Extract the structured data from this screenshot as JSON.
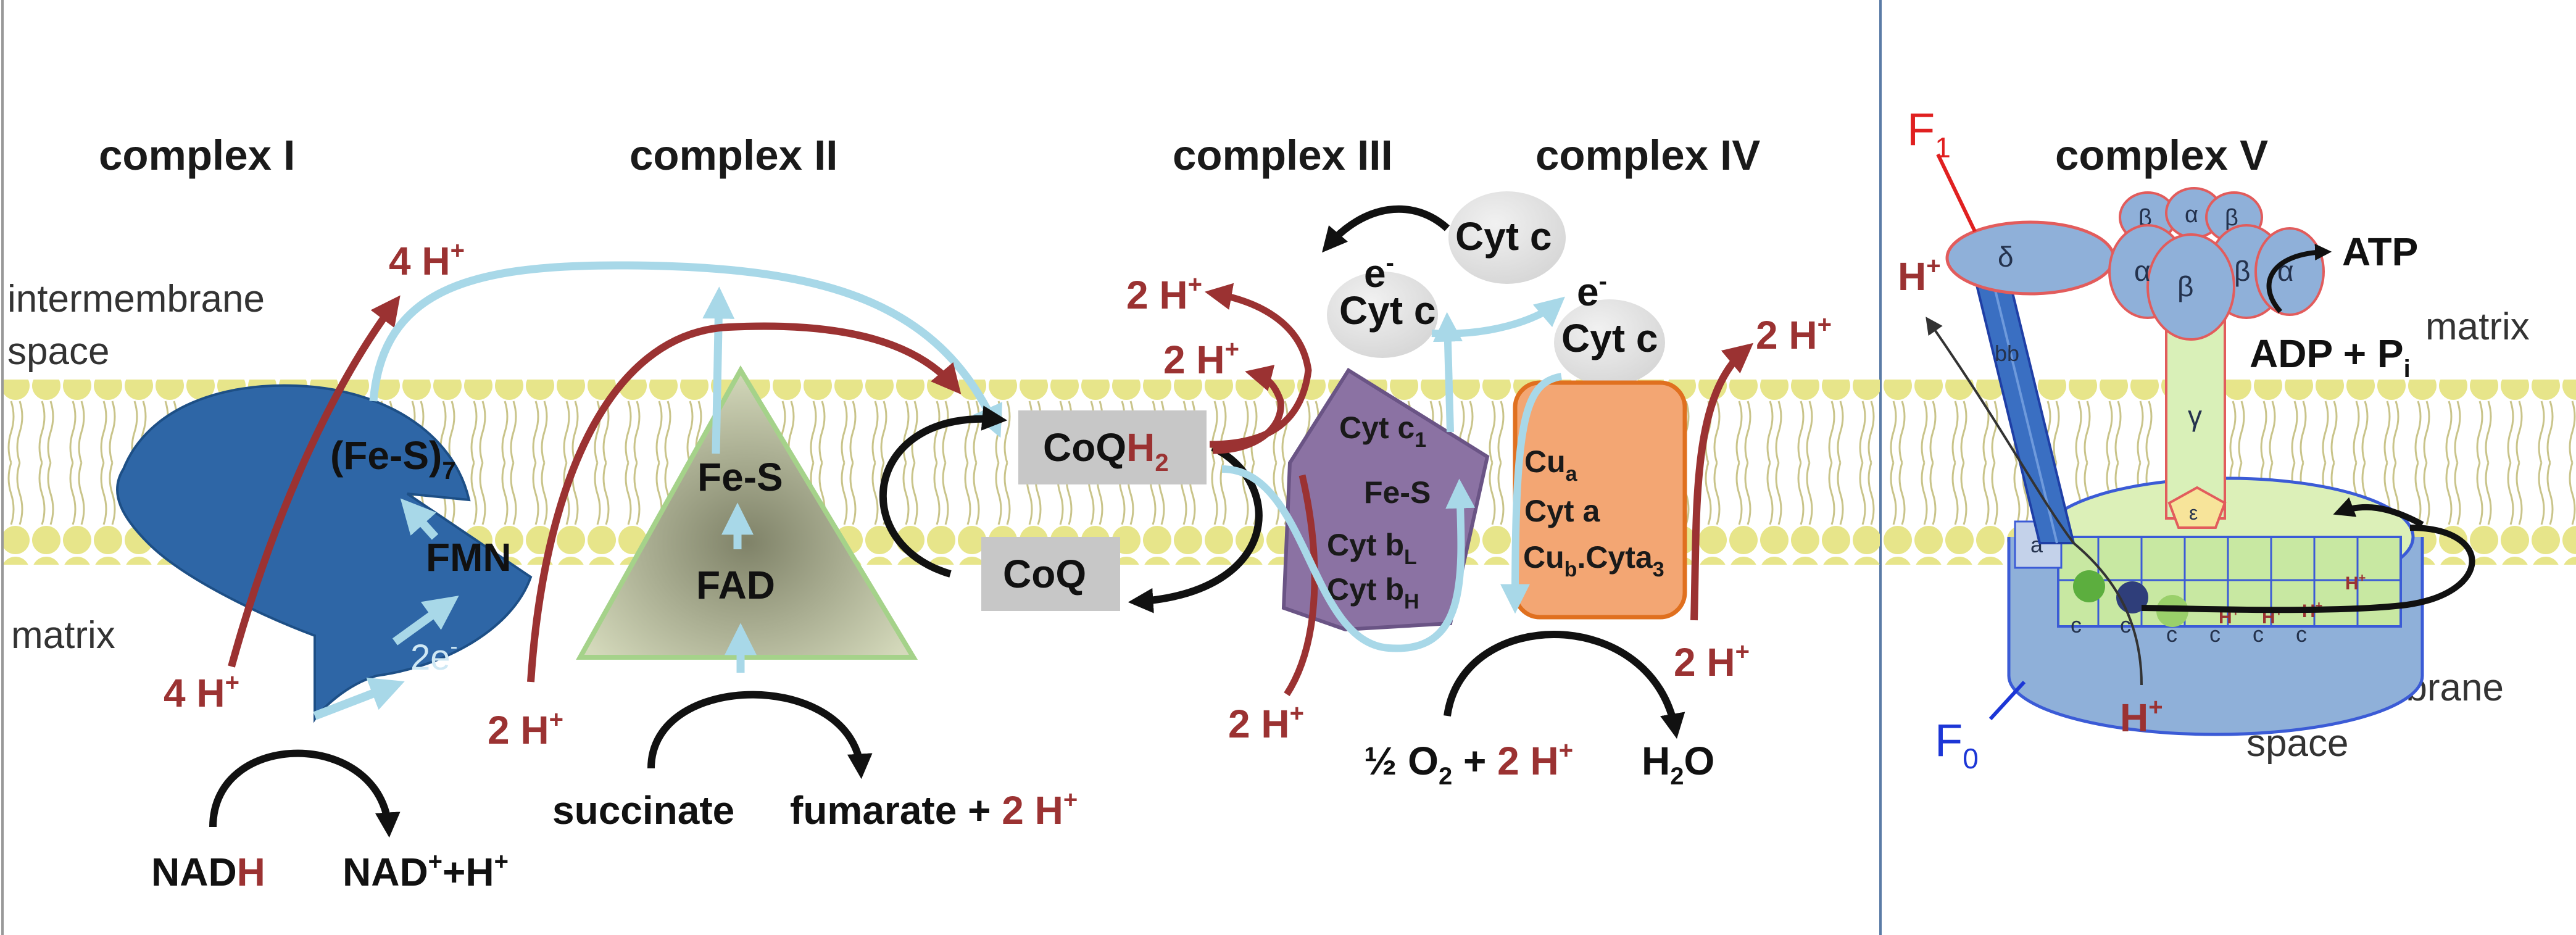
{
  "headings": {
    "complex1": "complex I",
    "complex2": "complex II",
    "complex3": "complex III",
    "complex4": "complex IV",
    "complex5": "complex V"
  },
  "region_labels": {
    "intermembrane_left_1": "intermembrane",
    "intermembrane_left_2": "space",
    "matrix_left": "matrix",
    "matrix_right": "matrix",
    "intermembrane_right_1": "intermembrane",
    "intermembrane_right_2": "space"
  },
  "complex1": {
    "cluster": "(Fe-S)",
    "cluster_sub": "7",
    "fmn": "FMN",
    "electrons": "2e",
    "electron_sup": "-",
    "protons_out": "4 H",
    "protons_in": "4 H",
    "plus": "+",
    "substrate_a": "NAD",
    "substrate_b": "H",
    "product_a": "NAD",
    "product_b": "+H",
    "product_sup": "+"
  },
  "complex2": {
    "fes": "Fe-S",
    "fad": "FAD",
    "protons_in": "2 H",
    "plus": "+",
    "substrate": "succinate",
    "product": "fumarate + ",
    "product_protons": "2 H"
  },
  "coq": {
    "reduced_a": "CoQ",
    "reduced_b": "H",
    "reduced_sub": "2",
    "oxidized": "CoQ"
  },
  "complex3": {
    "cytc1": "Cyt c",
    "cytc1_sub": "1",
    "fes": "Fe-S",
    "cytbl": "Cyt b",
    "cytbl_sub": "L",
    "cytbh": "Cyt b",
    "cytbh_sub": "H",
    "protons_out_1": "2 H",
    "protons_out_2": "2 H",
    "protons_in": "2 H",
    "plus": "+"
  },
  "cytc": {
    "top": "Cyt c",
    "left": "Cyt c",
    "right": "Cyt c",
    "electron": "e",
    "electron_sup": "-"
  },
  "complex4": {
    "cua": "Cu",
    "cua_sub": "a",
    "cyta": "Cyt a",
    "cub": "Cu",
    "cub_sub": "b",
    "cyta3": ".Cyta",
    "cyta3_sub": "3",
    "protons_out": "2 H",
    "protons_in": "2 H",
    "plus": "+",
    "o2_half": "½ O",
    "o2_sub": "2",
    "o2_plus": " + ",
    "o2_protons": "2 H",
    "water_a": "H",
    "water_sub": "2",
    "water_b": "O"
  },
  "complex5": {
    "f1": "F",
    "f1_sub": "1",
    "f0": "F",
    "f0_sub": "0",
    "delta": "δ",
    "alpha": "α",
    "beta": "β",
    "gamma": "γ",
    "epsilon": "ε",
    "b_label": "bb",
    "a_label": "a",
    "c_label": "c",
    "h_label": "H",
    "h_sup": "+",
    "atp": "ATP",
    "adp": "ADP + P",
    "adp_sub": "i",
    "protons_top": "H",
    "protons_bottom": "H",
    "plus": "+"
  },
  "colors": {
    "proton_red": "#9b3232",
    "electron_blue": "#a8d8e8",
    "complex1_blue": "#2e66a6",
    "complex2_green": "#c8cfae",
    "complex3_purple": "#8b72a3",
    "complex4_orange": "#f3a673",
    "atp_synthase_blue": "#8fb0d9",
    "membrane_yellow": "#e7e58a",
    "f1_red": "#e02020",
    "f0_blue": "#1c36d6"
  }
}
